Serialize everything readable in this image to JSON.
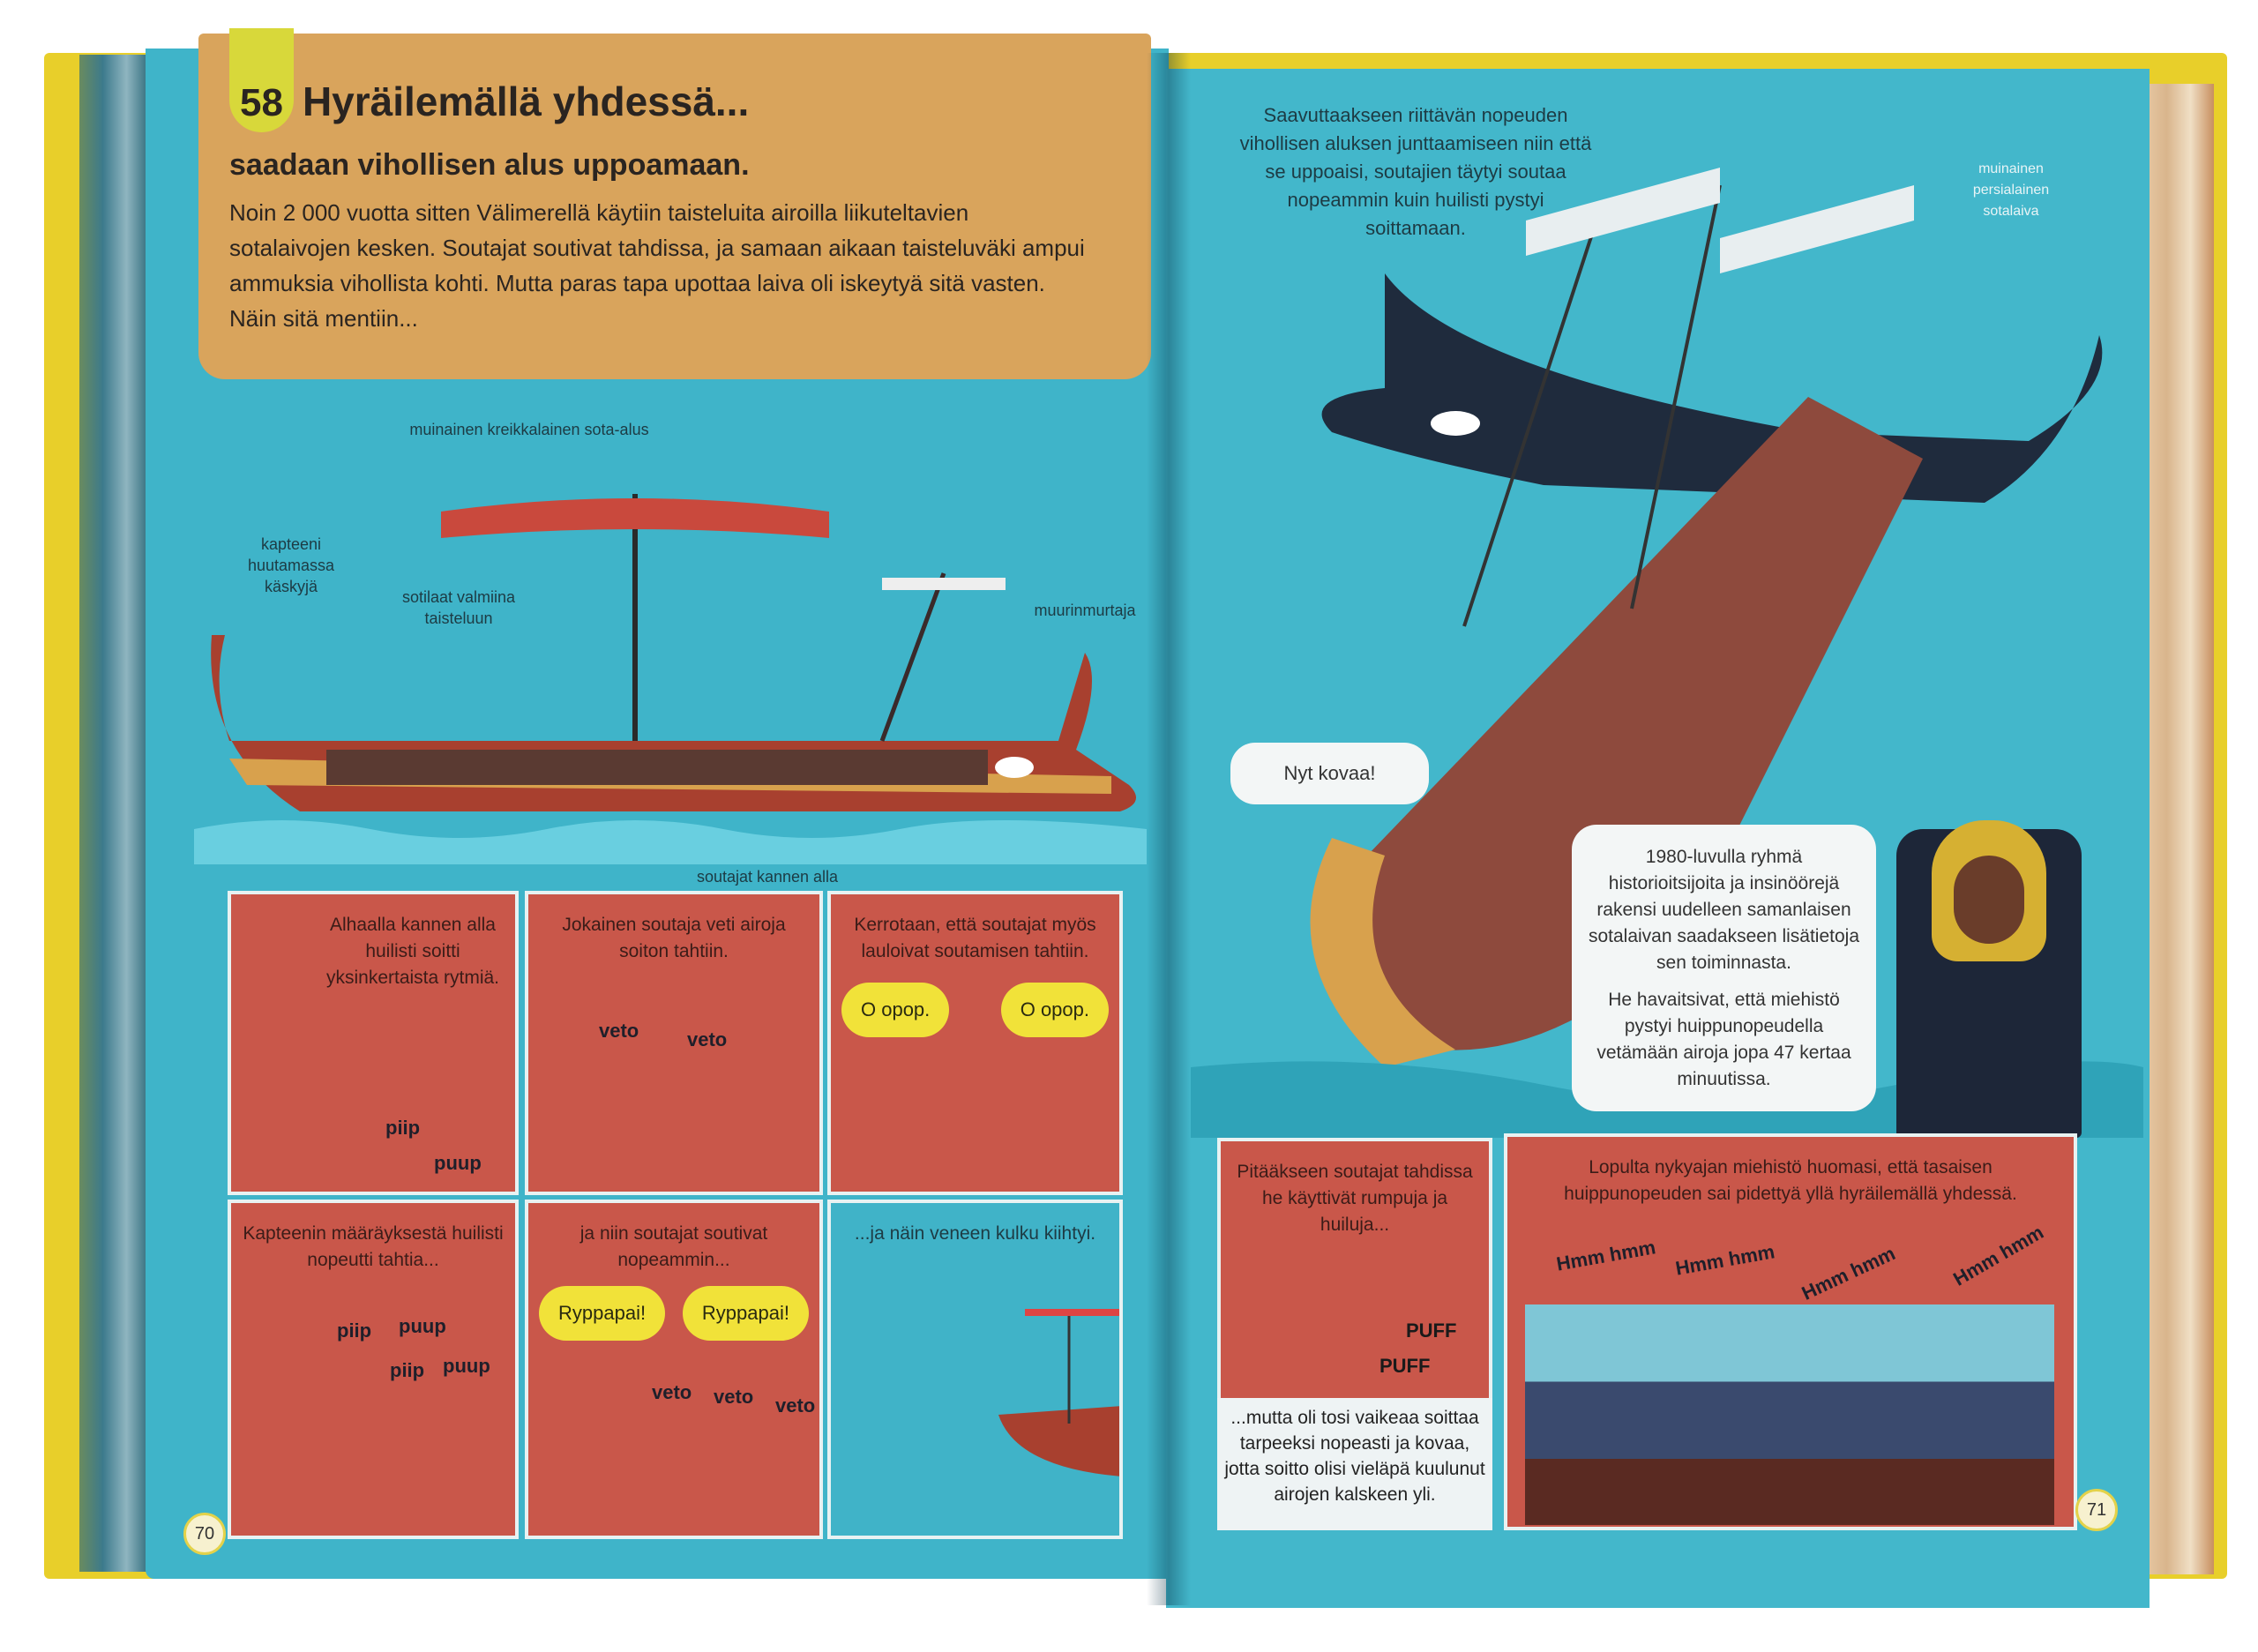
{
  "left_page": {
    "chapter_number": "58",
    "title": "Hyräilemällä yhdessä...",
    "subtitle": "saadaan vihollisen alus uppoamaan.",
    "intro": "Noin 2 000 vuotta sitten Välimerellä käytiin taisteluita airoilla liikuteltavien sotalaivojen kesken. Soutajat soutivat tahdissa, ja samaan aikaan taisteluväki ampui ammuksia vihollista kohti. Mutta paras tapa upottaa laiva oli iskeytyä sitä vasten. Näin sitä mentiin...",
    "diagram": {
      "ship_label": "muinainen kreikkalainen sota-alus",
      "captain_label": "kapteeni huutamassa käskyjä",
      "soldiers_label": "sotilaat valmiina taisteluun",
      "ram_label": "muurinmurtaja",
      "rowers_label": "soutajat kannen alla"
    },
    "panels": [
      {
        "caption": "Alhaalla kannen alla huilisti soitti yksinkertaista rytmiä.",
        "sounds": [
          "piip",
          "puup"
        ]
      },
      {
        "caption": "Jokainen soutaja veti airoja soiton tahtiin.",
        "sounds": [
          "veto",
          "veto"
        ]
      },
      {
        "caption": "Kerrotaan, että soutajat myös lauloivat soutamisen tahtiin.",
        "bubbles": [
          "O opop.",
          "O opop."
        ]
      },
      {
        "caption": "Kapteenin määräyksestä huilisti nopeutti tahtia...",
        "sounds": [
          "piip",
          "puup",
          "piip",
          "puup"
        ]
      },
      {
        "caption": "ja niin soutajat soutivat nopeammin...",
        "bubbles": [
          "Ryppapai!",
          "Ryppapai!"
        ],
        "sounds": [
          "veto",
          "veto",
          "veto"
        ]
      },
      {
        "caption": "...ja näin veneen kulku kiihtyi."
      }
    ],
    "page_number": "70"
  },
  "right_page": {
    "top_text": "Saavuttaakseen riittävän nopeuden vihollisen aluksen junttaamiseen niin että se uppoaisi, soutajien täytyi soutaa nopeammin kuin huilisti pystyi soittamaan.",
    "persian_label": "muinainen persialainen sotalaiva",
    "shout": "Nyt kovaa!",
    "info_p1": "1980-luvulla ryhmä historioitsijoita ja insinöörejä rakensi uudelleen samanlaisen sotalaivan saadakseen lisätietoja sen toiminnasta.",
    "info_p2": "He havaitsivat, että miehistö pystyi huippunopeudella vetämään airoja jopa 47 kertaa minuutissa.",
    "panel_left_caption": "Pitääkseen soutajat tahdissa he käyttivät rumpuja ja huiluja...",
    "panel_left_sounds": [
      "PUFF",
      "PUFF"
    ],
    "panel_left_bottom": "...mutta oli tosi vaikeaa soittaa tarpeeksi nopeasti ja kovaa, jotta soitto olisi vieläpä kuulunut airojen kalskeen yli.",
    "panel_right_caption": "Lopulta nykyajan miehistö huomasi, että tasaisen huippunopeuden sai pidettyä yllä hyräilemällä yhdessä.",
    "hums": [
      "Hmm hmm",
      "Hmm hmm",
      "Hmm hmm",
      "Hmm hmm"
    ],
    "page_number": "71"
  },
  "colors": {
    "page": "#3fb4c9",
    "header": "#d9a45c",
    "panel": "#c9574a",
    "cover": "#e8cf2a",
    "bubble": "#f1e239"
  }
}
